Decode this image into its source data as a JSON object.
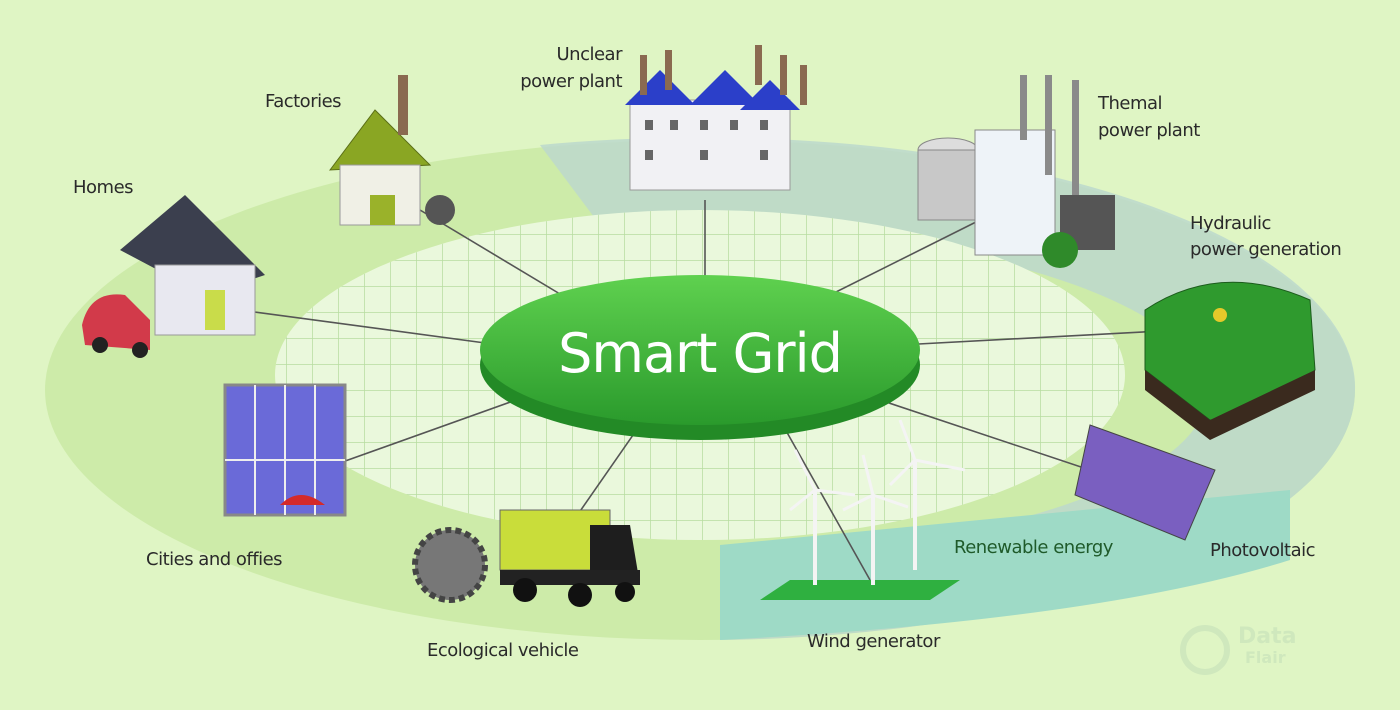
{
  "title": "Smart Grid",
  "nodes": [
    {
      "id": "nuclear",
      "lines": [
        "Unclear",
        "power plant"
      ],
      "icon": "power-plant-icon"
    },
    {
      "id": "thermal",
      "lines": [
        "Themal",
        "power plant"
      ],
      "icon": "thermal-plant-icon"
    },
    {
      "id": "hydraulic",
      "lines": [
        "Hydraulic",
        "power generation"
      ],
      "icon": "hydraulic-terrain-icon"
    },
    {
      "id": "photovoltaic",
      "lines": [
        "Photovoltaic"
      ],
      "icon": "solar-panel-icon"
    },
    {
      "id": "renewable",
      "lines": [
        "Renewable energy"
      ],
      "icon": ""
    },
    {
      "id": "wind",
      "lines": [
        "Wind generator"
      ],
      "icon": "wind-turbine-icon"
    },
    {
      "id": "vehicle",
      "lines": [
        "Ecological vehicle"
      ],
      "icon": "truck-icon"
    },
    {
      "id": "cities",
      "lines": [
        "Cities and offies"
      ],
      "icon": "office-building-icon"
    },
    {
      "id": "homes",
      "lines": [
        "Homes"
      ],
      "icon": "house-icon"
    },
    {
      "id": "factories",
      "lines": [
        "Factories"
      ],
      "icon": "factory-icon"
    }
  ],
  "watermark": [
    "Data",
    "Flair"
  ],
  "colors": {
    "background": "#dff5c4",
    "hub": "#3fb53a",
    "ring": "#c9e9a8",
    "renewable_zone": "#9fd8c4",
    "supply_zone": "#b8d4cc"
  }
}
